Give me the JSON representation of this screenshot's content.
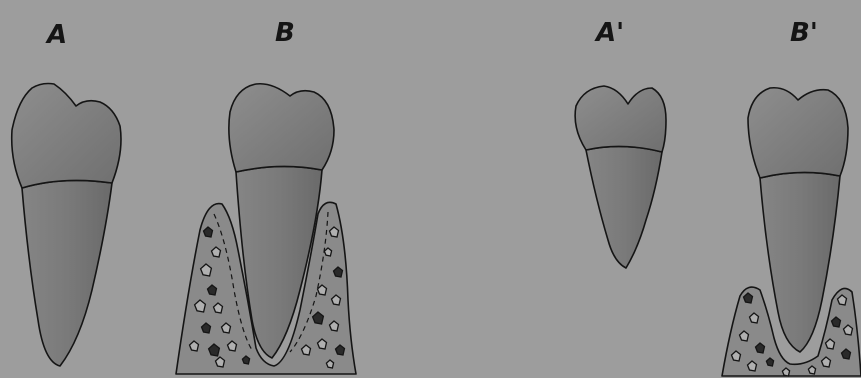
{
  "figure": {
    "labels": {
      "a": "A",
      "b": "B",
      "a_prime": "A'",
      "b_prime": "B'"
    },
    "colors": {
      "background": "#9d9d9d",
      "crown": "#7c7c7c",
      "root": "#777777",
      "bone": "#8a8a8a",
      "outline": "#151515"
    }
  }
}
